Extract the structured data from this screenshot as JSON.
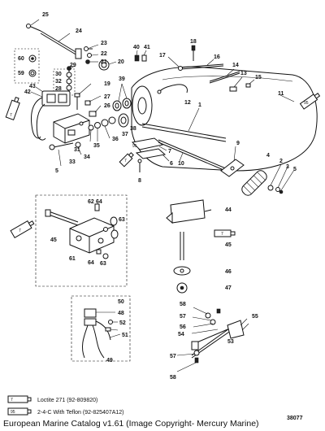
{
  "labels": {
    "l25": "25",
    "l24": "24",
    "l23": "23",
    "l22": "22",
    "l21": "21",
    "l20": "20",
    "l29": "29",
    "l30": "30",
    "l32": "32",
    "l28": "28",
    "l43": "43",
    "l42": "42",
    "l60": "60",
    "l59": "59",
    "l19": "19",
    "l27": "27",
    "l26": "26",
    "l39": "39",
    "l40": "40",
    "l41": "41",
    "l18": "18",
    "l17": "17",
    "l16": "16",
    "l14": "14",
    "l13": "13",
    "l15": "15",
    "l11": "11",
    "l12": "12",
    "l1": "1",
    "l38": "38",
    "l37": "37",
    "l36": "36",
    "l35": "35",
    "l31": "31",
    "l34": "34",
    "l33": "33",
    "l5a": "5",
    "l7": "7",
    "l6": "6",
    "l8": "8",
    "l10": "10",
    "l9": "9",
    "l4": "4",
    "l2": "2",
    "l3": "3",
    "l5b": "5",
    "l62": "62",
    "l64a": "64",
    "l63a": "63",
    "l45a": "45",
    "l61": "61",
    "l64b": "64",
    "l63b": "63",
    "l44": "44",
    "l45b": "45",
    "l46": "46",
    "l47": "47",
    "l50": "50",
    "l48": "48",
    "l52": "52",
    "l51": "51",
    "l49": "49",
    "l58a": "58",
    "l57a": "57",
    "l56": "56",
    "l55": "55",
    "l54": "54",
    "l53": "53",
    "l57b": "57",
    "l58b": "58"
  },
  "tube_labels": {
    "t7a": "7",
    "t95a": "95",
    "t7b": "7",
    "t95b": "95",
    "t7c": "7",
    "t7d": "7"
  },
  "legend": [
    {
      "code": "7",
      "text": "Loctite 271 (92-809820)"
    },
    {
      "code": "95",
      "text": "2-4-C  With Teflon (92-825407A12)"
    }
  ],
  "catalog_number": "38077",
  "caption": "European Marine Catalog v1.61 (Image Copyright- Mercury Marine)"
}
